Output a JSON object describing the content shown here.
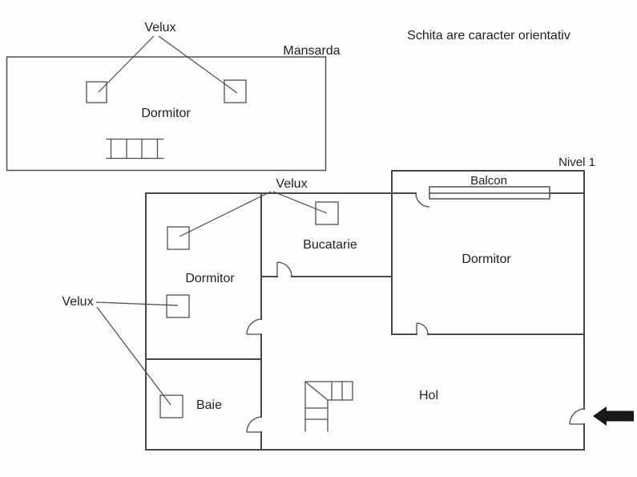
{
  "page": {
    "note": "Schita are caracter orientativ"
  },
  "mansarda": {
    "label": "Mansarda",
    "velux": "Velux",
    "dormitor": "Dormitor"
  },
  "nivel1": {
    "label": "Nivel 1",
    "velux_top": "Velux",
    "velux_left": "Velux",
    "balcon": "Balcon",
    "dormitor_left": "Dormitor",
    "dormitor_right": "Dormitor",
    "bucatarie": "Bucatarie",
    "baie": "Baie",
    "hol": "Hol"
  },
  "colors": {
    "wall": "#474747",
    "text": "#1f1f1f",
    "arrow": "#181818",
    "background": "#fefefe"
  }
}
